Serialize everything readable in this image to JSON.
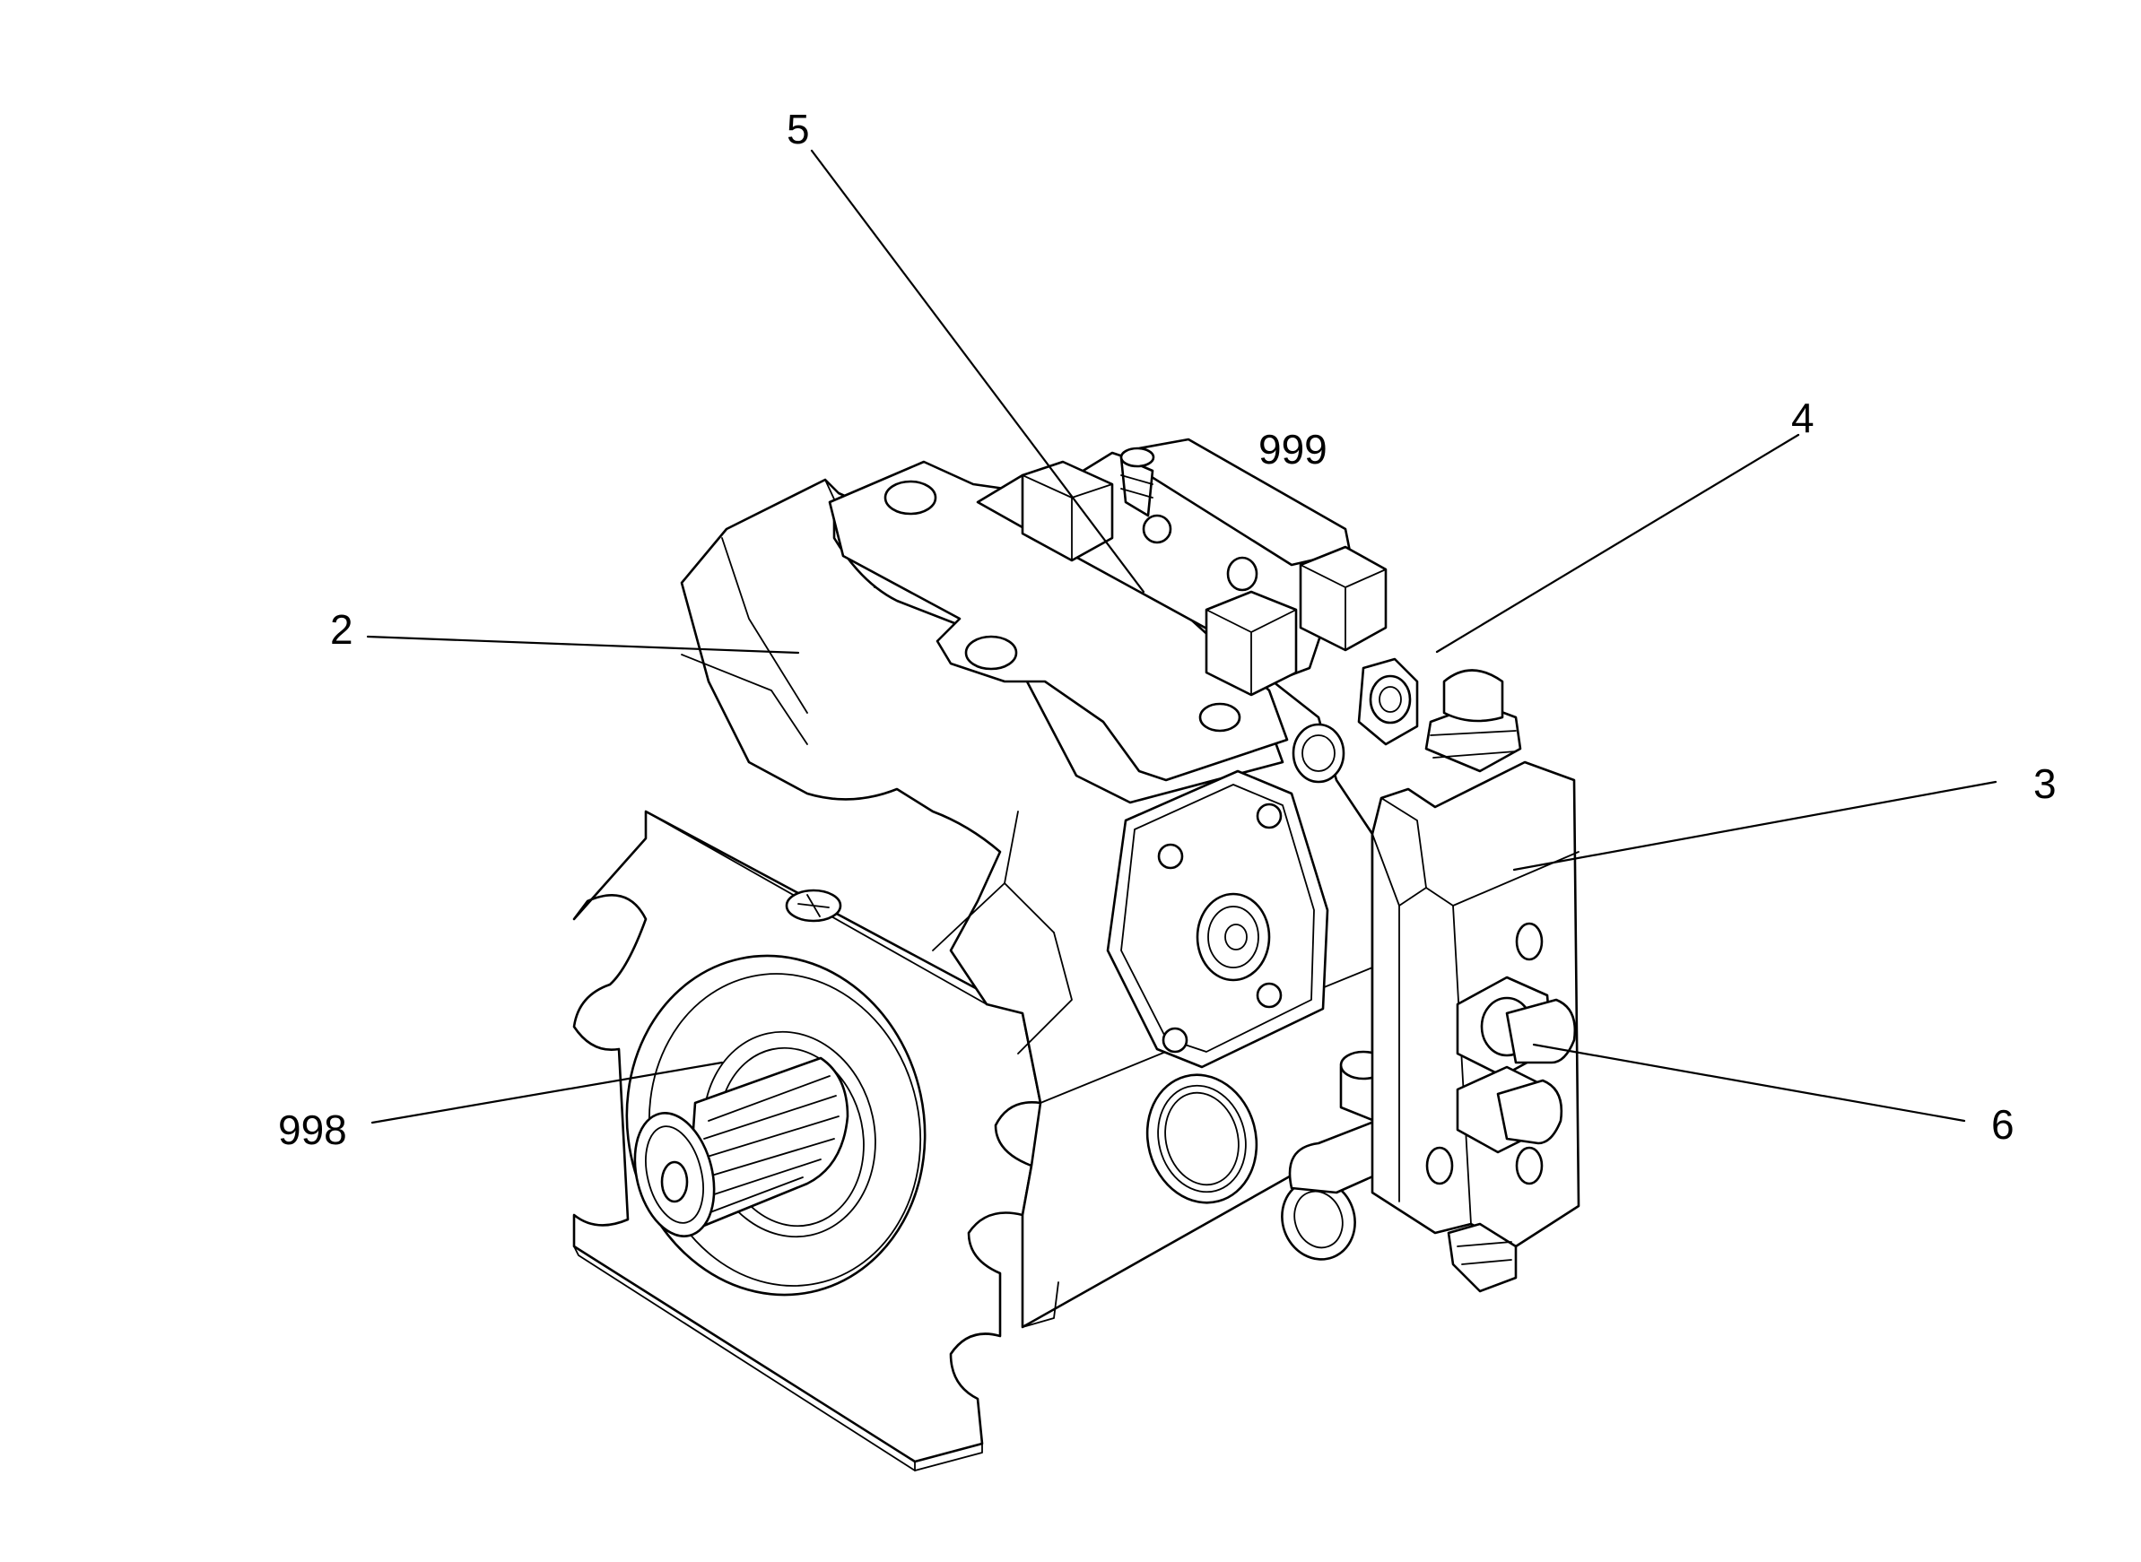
{
  "callouts": [
    {
      "id": "c5",
      "label": "5"
    },
    {
      "id": "c999",
      "label": "999"
    },
    {
      "id": "c4",
      "label": "4"
    },
    {
      "id": "c2",
      "label": "2"
    },
    {
      "id": "c3",
      "label": "3"
    },
    {
      "id": "c6",
      "label": "6"
    },
    {
      "id": "c998",
      "label": "998"
    }
  ],
  "colors": {
    "line": "#000000",
    "background": "#ffffff"
  }
}
